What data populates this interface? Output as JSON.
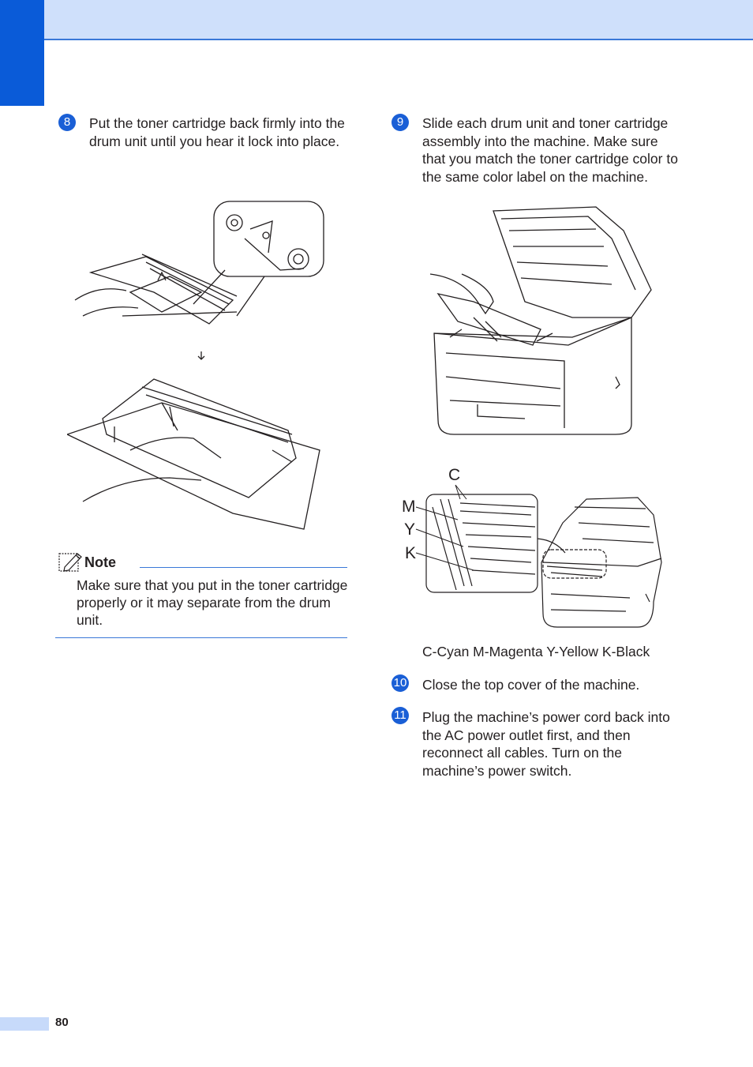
{
  "steps": [
    {
      "number": "8",
      "text": "Put the toner cartridge back firmly into the drum unit until you hear it lock into place."
    },
    {
      "number": "9",
      "text": "Slide each drum unit and toner cartridge assembly into the machine. Make sure that you match the toner cartridge color to the same color label on the machine."
    },
    {
      "number": "10",
      "text": "Close the top cover of the machine."
    },
    {
      "number": "11",
      "text": "Plug the machine’s power cord back into the AC power outlet first, and then reconnect all cables. Turn on the machine’s power switch."
    }
  ],
  "note": {
    "title": "Note",
    "text": "Make sure that you put in the toner cartridge properly or it may separate from the drum unit."
  },
  "illustration_labels": {
    "c": "C",
    "m": "M",
    "y": "Y",
    "k": "K"
  },
  "caption": "C-Cyan M-Magenta Y-Yellow K-Black",
  "page_number": "80",
  "colors": {
    "accent": "#1a5fd6",
    "header": "#cfe0fb",
    "rule": "#3a78d8"
  }
}
